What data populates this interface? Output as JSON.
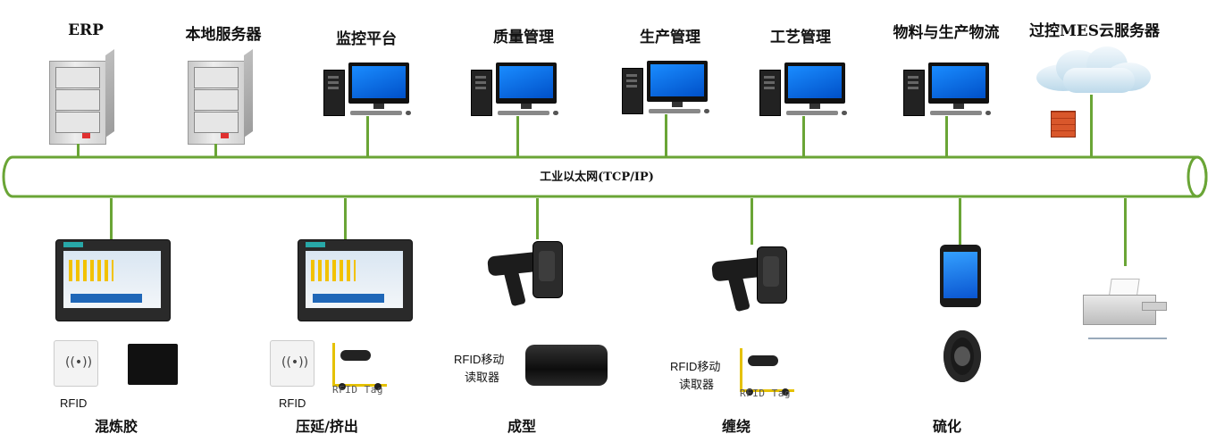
{
  "network": {
    "bus_label": "工业以太网(TCP/IP)",
    "line_color": "#6aa536"
  },
  "top_nodes": [
    {
      "label": "ERP",
      "icon": "server-icon"
    },
    {
      "label": "本地服务器",
      "icon": "server-icon"
    },
    {
      "label": "监控平台",
      "icon": "desktop-pc-icon"
    },
    {
      "label": "质量管理",
      "icon": "desktop-pc-icon"
    },
    {
      "label": "生产管理",
      "icon": "desktop-pc-icon"
    },
    {
      "label": "工艺管理",
      "icon": "desktop-pc-icon"
    },
    {
      "label": "物料与生产物流",
      "icon": "desktop-pc-icon"
    },
    {
      "label": "过控MES云服务器",
      "icon": "cloud-firewall-icon"
    }
  ],
  "bottom_nodes": [
    {
      "label": "混炼胶",
      "device": "hmi-panel-icon",
      "sub": [
        "RFID"
      ]
    },
    {
      "label": "压延/挤出",
      "device": "hmi-panel-icon",
      "sub": [
        "RFID",
        "RFID Tag"
      ]
    },
    {
      "label": "成型",
      "device": "rfid-handheld-reader-icon",
      "sub": [
        "RFID移动",
        "读取器"
      ]
    },
    {
      "label": "缠绕",
      "device": "rfid-handheld-reader-icon",
      "sub": [
        "RFID移动",
        "读取器",
        "RFID Tag"
      ]
    },
    {
      "label": "硫化",
      "device": "tablet-icon",
      "sub": []
    },
    {
      "label": "",
      "device": "printer-icon",
      "sub": []
    }
  ]
}
